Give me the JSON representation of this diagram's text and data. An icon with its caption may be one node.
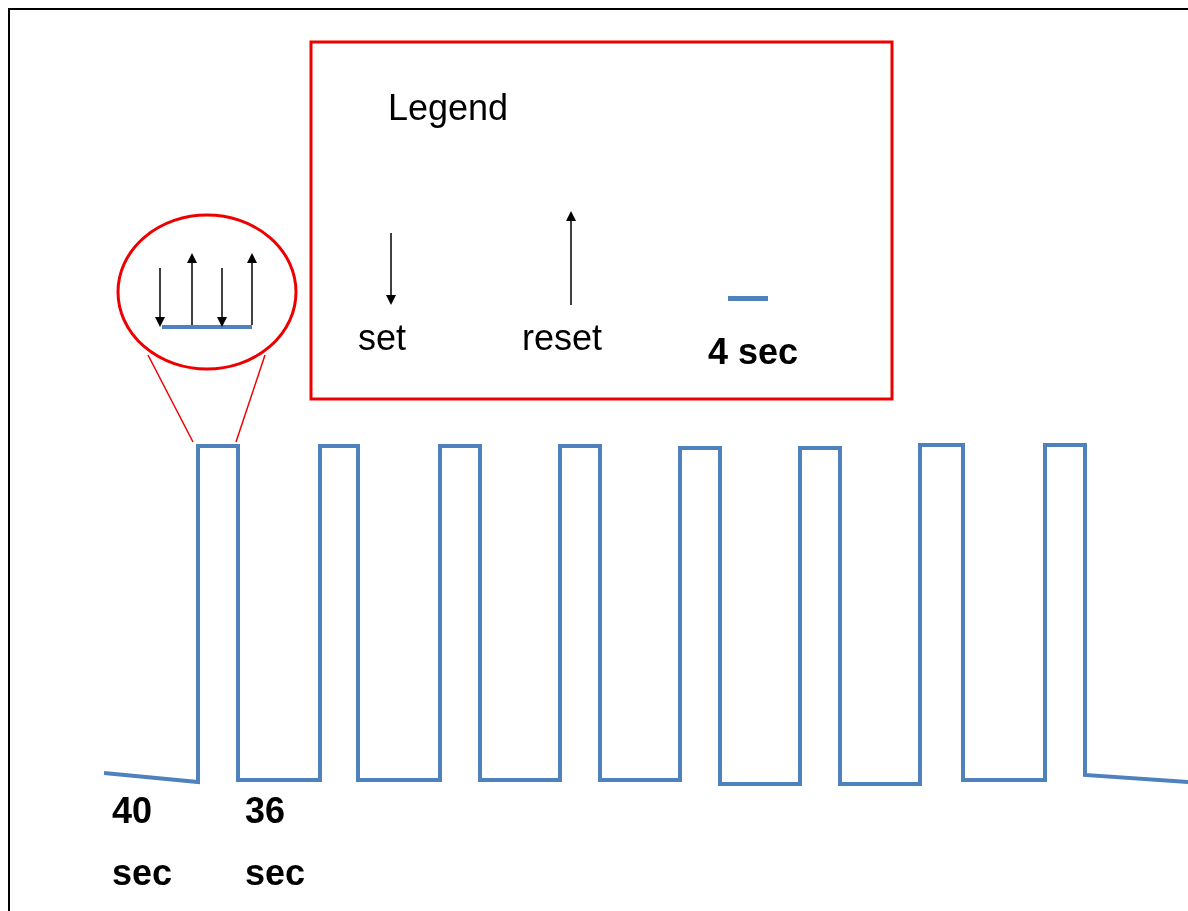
{
  "diagram": {
    "labels": [
      "Legend",
      "40 sec",
      "36 sec"
    ],
    "legend": [
      {
        "text": "set"
      },
      {
        "text": "reset"
      },
      {
        "text": "4 sec",
        "color": "#4f81bd"
      }
    ]
  }
}
